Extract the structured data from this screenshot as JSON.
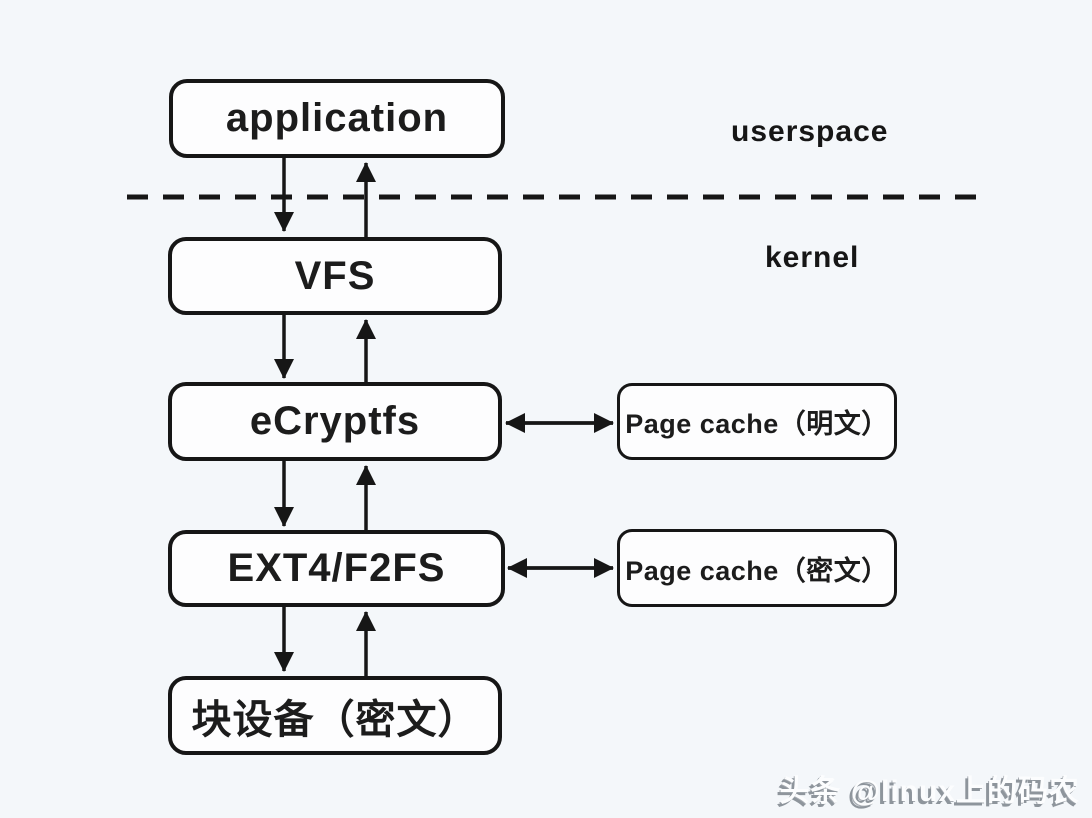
{
  "diagram": {
    "title_hint": "eCryptfs stacked filesystem architecture",
    "colors": {
      "background": "#f4f7fa",
      "node_fill": "#fdfdfe",
      "stroke": "#161616",
      "watermark_text": "#fcfdfe",
      "watermark_shadow": "#8e959c"
    },
    "regions": {
      "userspace_label": "userspace",
      "kernel_label": "kernel"
    },
    "nodes": {
      "application": "application",
      "vfs": "VFS",
      "ecryptfs": "eCryptfs",
      "ext4_f2fs": "EXT4/F2FS",
      "block_device": "块设备（密文）",
      "page_cache_plaintext": "Page cache（明文）",
      "page_cache_ciphertext": "Page cache（密文）"
    },
    "edges": [
      "application -> VFS",
      "VFS -> application",
      "VFS -> eCryptfs",
      "eCryptfs -> VFS",
      "eCryptfs -> EXT4/F2FS",
      "EXT4/F2FS -> eCryptfs",
      "EXT4/F2FS -> 块设备（密文）",
      "块设备（密文） -> EXT4/F2FS",
      "eCryptfs <-> Page cache（明文）",
      "EXT4/F2FS <-> Page cache（密文）"
    ],
    "watermark": "头条 @linux上的码农"
  }
}
